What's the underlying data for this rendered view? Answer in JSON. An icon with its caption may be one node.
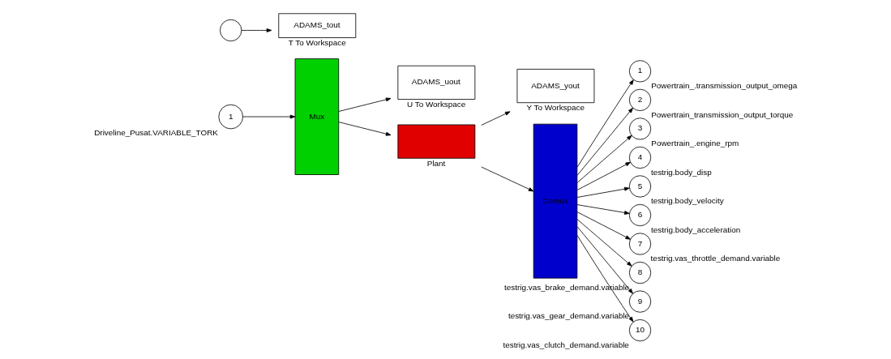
{
  "diagram": {
    "nodes": [
      {
        "text": [
          "1"
        ],
        "beside": [
          "Driveline_Pusat.VARIABLE_TORK"
        ]
      },
      {
        "text": [
          "Mux"
        ]
      },
      {
        "text": [
          "ADAMS_uout"
        ],
        "beside": [
          "U To Workspace"
        ]
      },
      {
        "text": [],
        "shape": "box",
        "beside": [
          "Plant"
        ]
      },
      {
        "text": [
          "ADAMS_yout"
        ],
        "beside": [
          "Y To Workspace"
        ]
      },
      {
        "text": [
          "Demux"
        ]
      },
      {
        "text": [],
        "shape": "circle"
      },
      {
        "text": [
          "ADAMS_tout"
        ],
        "beside": [
          "T To Workspace"
        ]
      },
      {
        "text": [
          "1"
        ],
        "beside": [
          "Powertrain_.transmission_output_omega"
        ]
      },
      {
        "text": [
          "2"
        ],
        "beside": [
          "Powertrain_transmission_output_torque"
        ]
      },
      {
        "text": [
          "3"
        ],
        "beside": [
          "Powertrain_.engine_rpm"
        ]
      },
      {
        "text": [
          "4"
        ],
        "beside": [
          "testrig.body_disp"
        ]
      },
      {
        "text": [
          "5"
        ],
        "beside": [
          "testrig.body_velocity"
        ]
      },
      {
        "text": [
          "6"
        ],
        "beside": [
          "testrig.body_acceleration"
        ]
      },
      {
        "text": [
          "7"
        ],
        "beside": [
          "testrig.vas_throttle_demand.variable"
        ]
      },
      {
        "text": [
          "8"
        ],
        "beside": [
          "testrig.vas_brake_demand.variable"
        ]
      },
      {
        "text": [
          "9"
        ],
        "beside": [
          "testrig.vas_gear_demand.variable"
        ]
      },
      {
        "text": [
          "10"
        ],
        "beside": [
          "testrig.vas_clutch_demand.variable"
        ]
      }
    ],
    "edges": [
      {
        "from": 0,
        "to": 1,
        "arrow": "to"
      },
      {
        "from": 1,
        "to": 2,
        "arrow": "to"
      },
      {
        "from": 1,
        "to": 3,
        "arrow": "to"
      },
      {
        "from": 3,
        "to": 4,
        "arrow": "to"
      },
      {
        "from": 3,
        "to": 5,
        "arrow": "to"
      },
      {
        "from": 5,
        "to": 8,
        "arrow": "to"
      },
      {
        "from": 5,
        "to": 9,
        "arrow": "to"
      },
      {
        "from": 5,
        "to": 10,
        "arrow": "to"
      },
      {
        "from": 5,
        "to": 11,
        "arrow": "to"
      },
      {
        "from": 5,
        "to": 12,
        "arrow": "to"
      },
      {
        "from": 5,
        "to": 13,
        "arrow": "to"
      },
      {
        "from": 5,
        "to": 14,
        "arrow": "to"
      },
      {
        "from": 5,
        "to": 15,
        "arrow": "to"
      },
      {
        "from": 5,
        "to": 16,
        "arrow": "to"
      },
      {
        "from": 5,
        "to": 17,
        "arrow": "to"
      },
      {
        "from": 6,
        "to": 7,
        "arrow": "to"
      }
    ]
  }
}
